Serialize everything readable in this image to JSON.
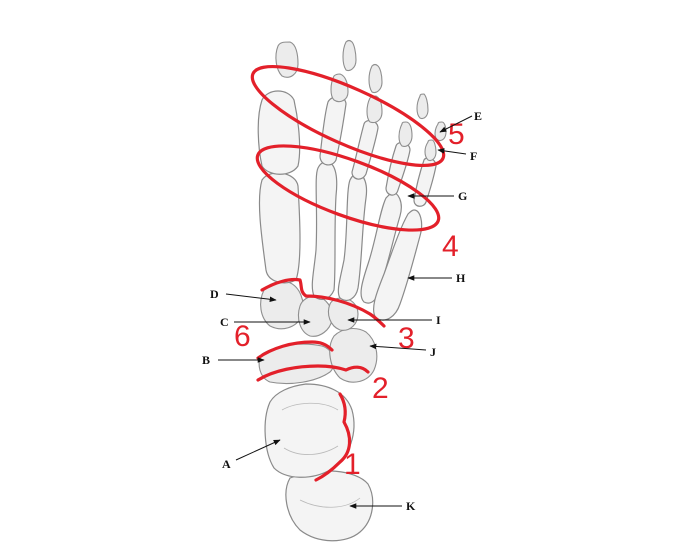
{
  "diagram": {
    "letter_labels": {
      "A": "A",
      "B": "B",
      "C": "C",
      "D": "D",
      "E": "E",
      "F": "F",
      "G": "G",
      "H": "H",
      "I": "I",
      "J": "J",
      "K": "K"
    },
    "joint_numbers": {
      "n1": "1",
      "n2": "2",
      "n3": "3",
      "n4": "4",
      "n5": "5",
      "n6": "6"
    },
    "colors": {
      "annotation": "#e3202a",
      "labels": "#111111",
      "bone_fill": "#f4f4f4",
      "bone_outline": "#8a8a8a"
    }
  }
}
